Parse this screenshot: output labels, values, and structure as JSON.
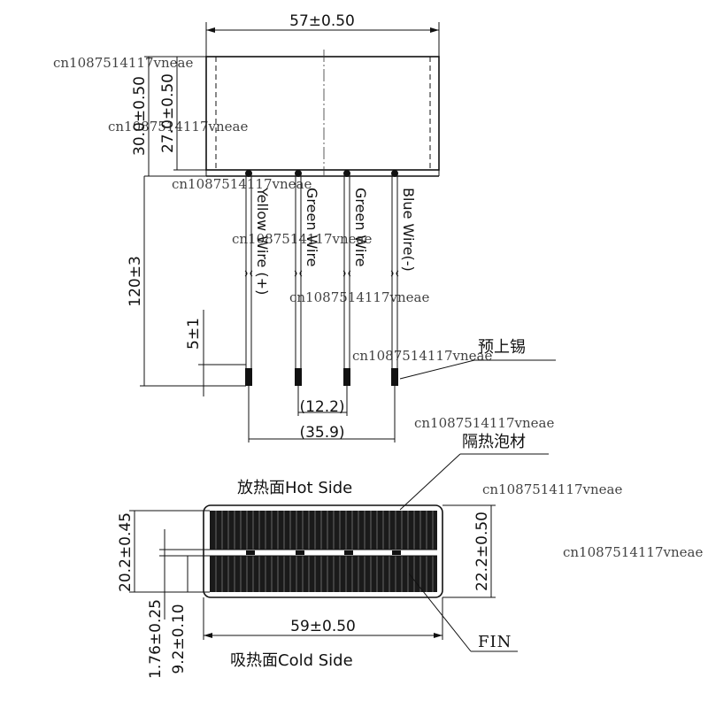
{
  "side_view": {
    "dim_width": "57±0.50",
    "dim_total_height": "30.0±0.50",
    "dim_body_height": "27.0±0.50",
    "dim_lead_length": "120±3",
    "dim_tin_length": "5±1",
    "dim_inner_pitch": "(12.2)",
    "dim_outer_pitch": "(35.9)",
    "wires": [
      {
        "label": "Yellow Wire (+)"
      },
      {
        "label": "Green Wire"
      },
      {
        "label": "Green Wire"
      },
      {
        "label": "Blue Wire(-)"
      }
    ],
    "pretin_label": "预上锡",
    "foam_label": "隔热泡材"
  },
  "top_view": {
    "hot_side_label": "放热面Hot Side",
    "cold_side_label": "吸热面Cold Side",
    "dim_width": "59±0.50",
    "dim_left_height": "20.2±0.45",
    "dim_right_height": "22.2±0.50",
    "dim_gap": "1.76±0.25",
    "dim_half": "9.2±0.10",
    "fin_label": "FIN"
  },
  "watermark": "cn1087514117vneae",
  "colors": {
    "ink": "#111111",
    "panel": "#1a1a1a",
    "fin_line": "#8a8a8a"
  }
}
